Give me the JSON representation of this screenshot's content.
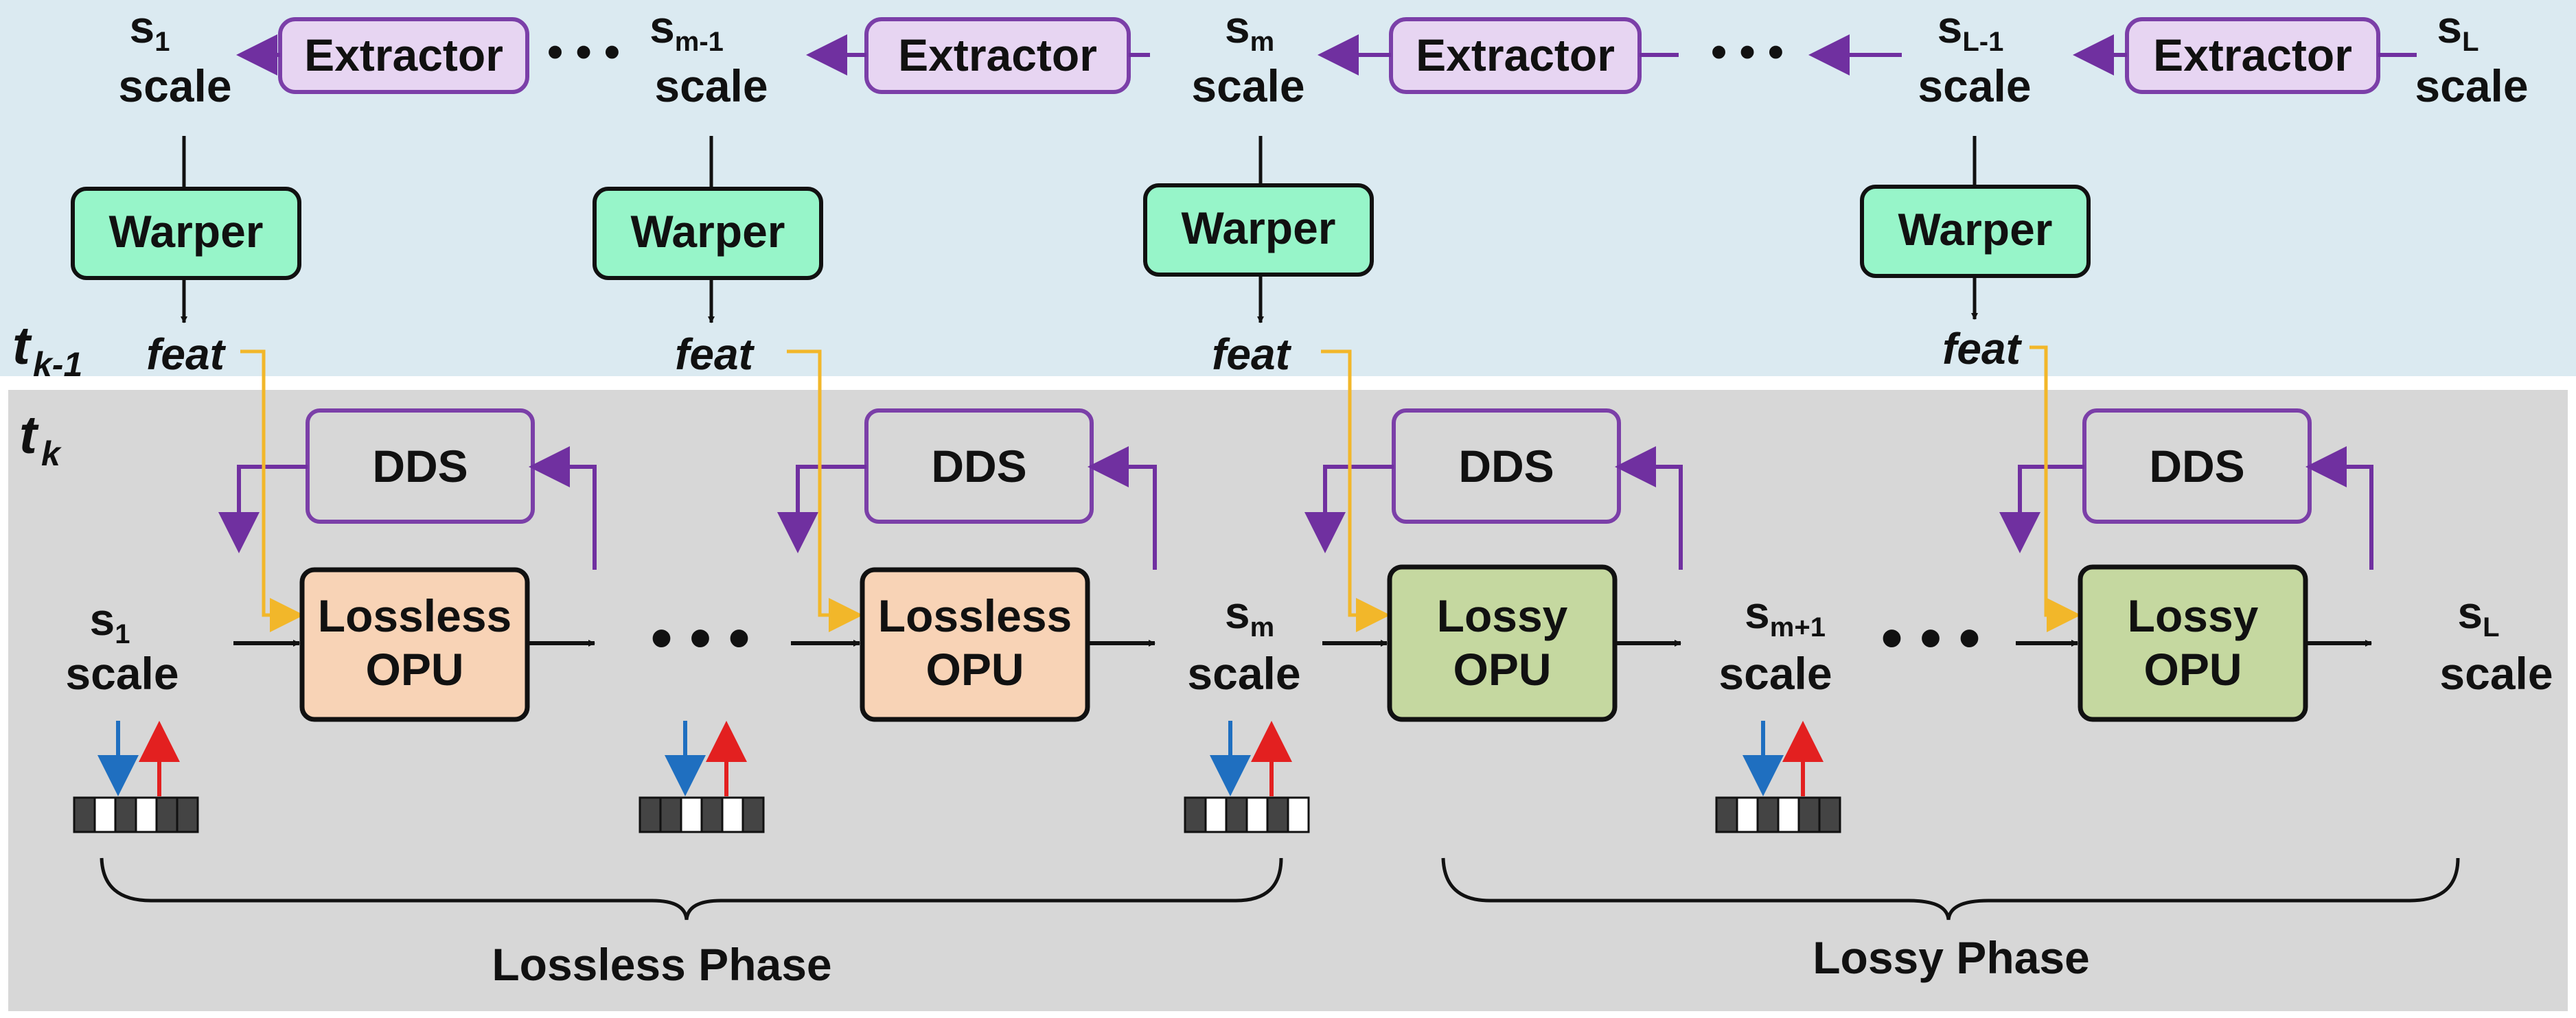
{
  "colors": {
    "top_panel": "#dbeaf1",
    "bottom_panel": "#d7d7d7",
    "extractor_fill": "#e7d5f2",
    "extractor_stroke": "#7b3fa8",
    "warper_fill": "#97f5c9",
    "lossless_fill": "#f8d3b6",
    "lossy_fill": "#c5d8a0",
    "dds_stroke": "#7b3fa8",
    "feat_line": "#f2b72a",
    "arrow_purple": "#7030a0",
    "arrow_blue": "#1f6fc0",
    "arrow_red": "#e32020"
  },
  "time_labels": {
    "prev_main": "t",
    "prev_sub": "k-1",
    "curr_main": "t",
    "curr_sub": "k"
  },
  "top": {
    "scale_word": "scale",
    "scales": [
      {
        "main": "s",
        "sub": "1"
      },
      {
        "main": "s",
        "sub": "m-1"
      },
      {
        "main": "s",
        "sub": "m"
      },
      {
        "main": "s",
        "sub": "L-1"
      },
      {
        "main": "s",
        "sub": "L"
      }
    ],
    "extractor_label": "Extractor",
    "warper_label": "Warper",
    "feat_label": "feat",
    "ellipsis": "• • •"
  },
  "bottom": {
    "scale_word": "scale",
    "scales": [
      {
        "main": "s",
        "sub": "1"
      },
      {
        "main": "s",
        "sub": "m"
      },
      {
        "main": "s",
        "sub": "m+1"
      },
      {
        "main": "s",
        "sub": "L"
      }
    ],
    "dds_label": "DDS",
    "opu": [
      {
        "line1": "Lossless",
        "line2": "OPU"
      },
      {
        "line1": "Lossless",
        "line2": "OPU"
      },
      {
        "line1": "Lossy",
        "line2": "OPU"
      },
      {
        "line1": "Lossy",
        "line2": "OPU"
      }
    ],
    "ellipsis": "• • •"
  },
  "phases": {
    "lossless": "Lossless Phase",
    "lossy": "Lossy Phase"
  }
}
